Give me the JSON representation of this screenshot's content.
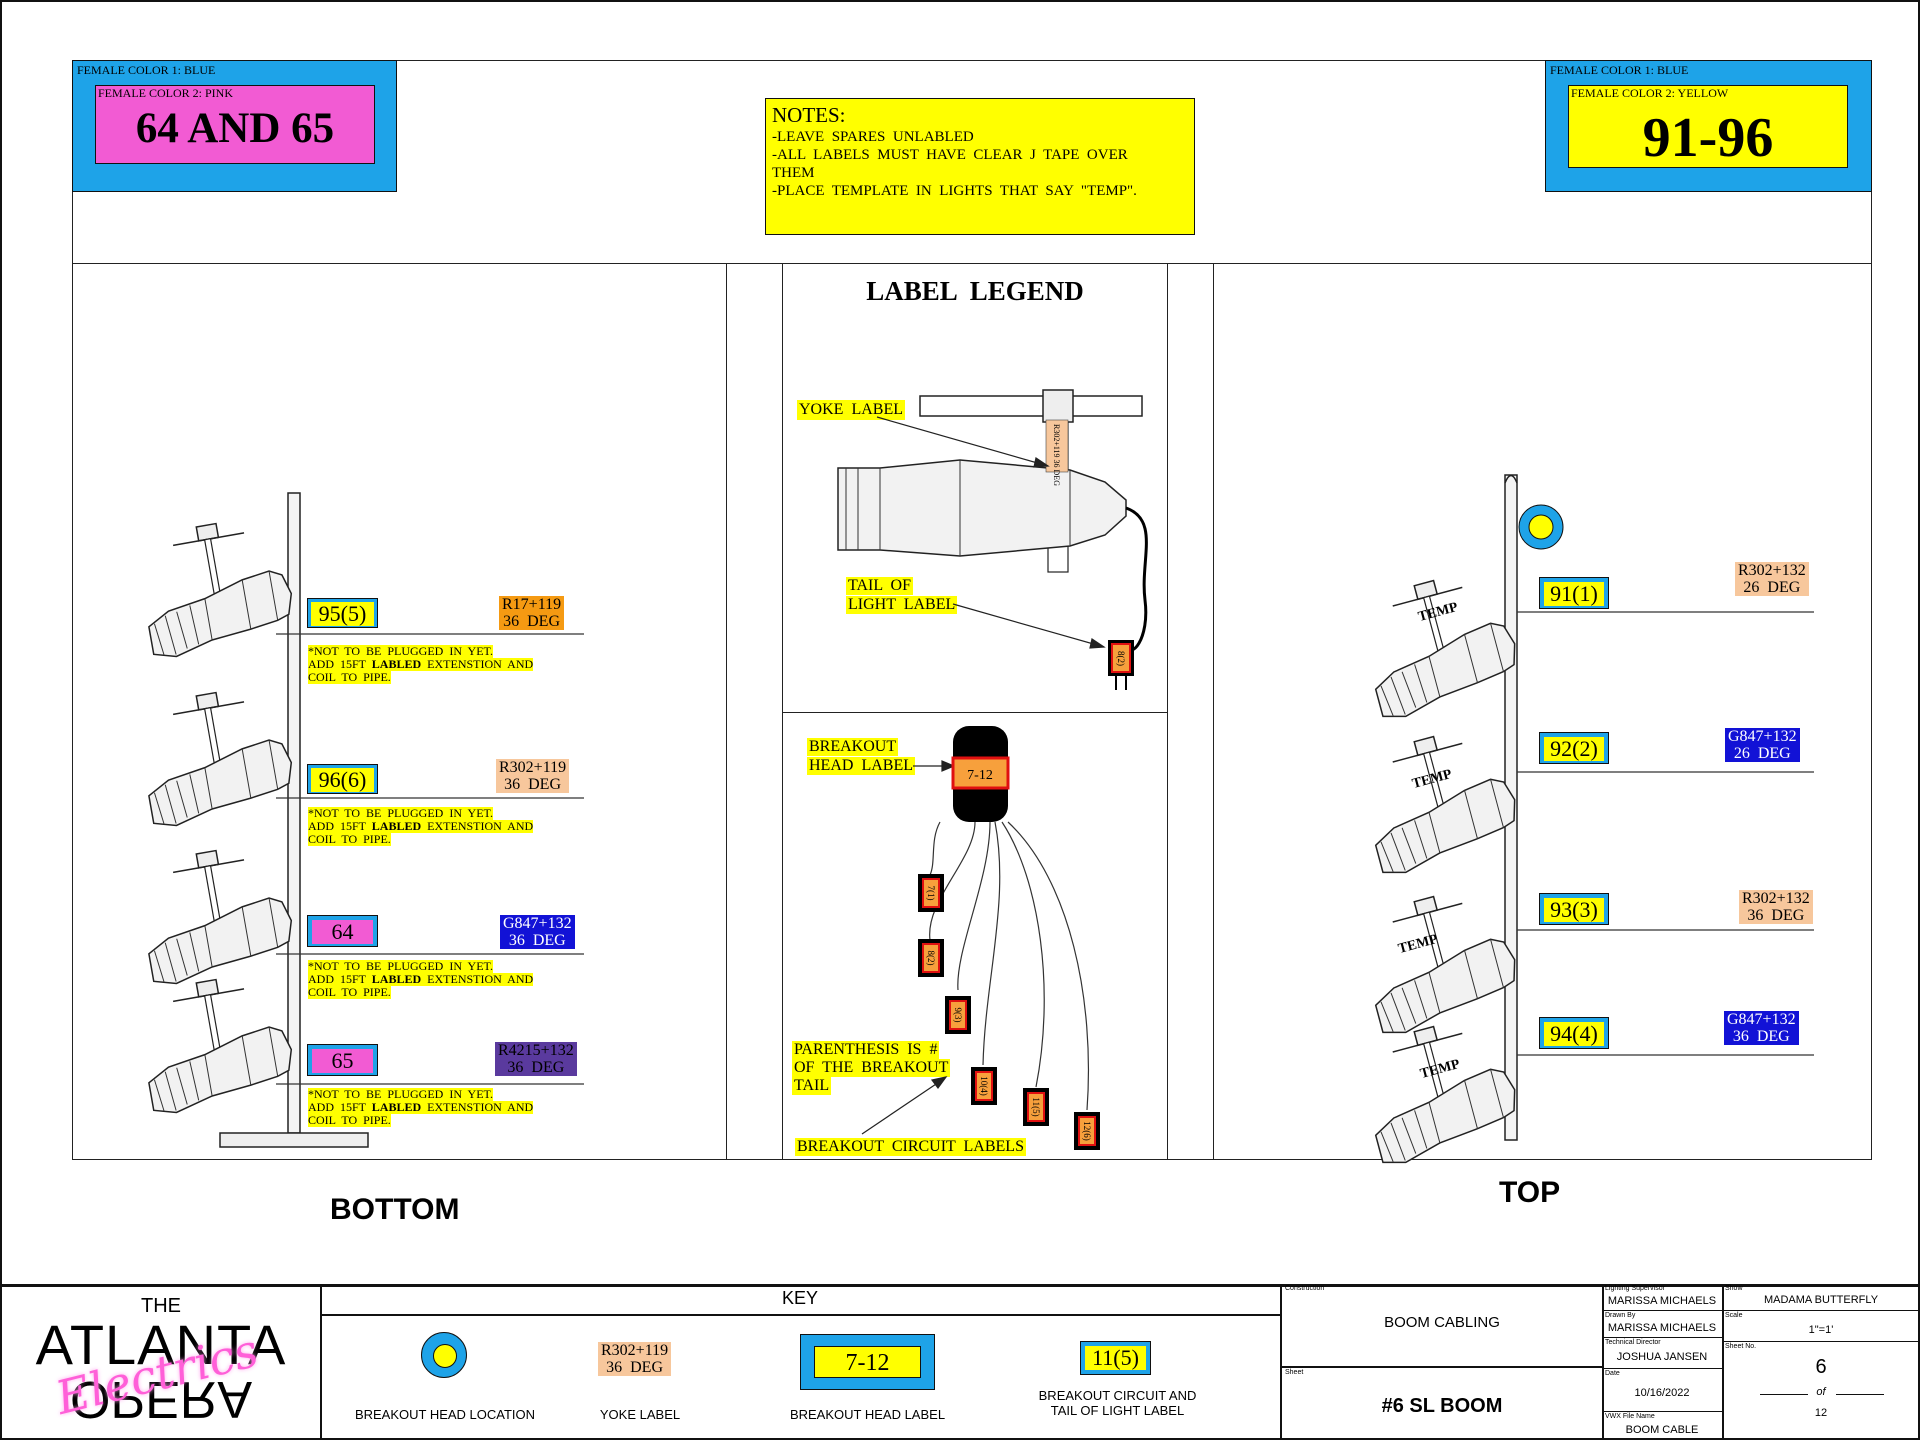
{
  "female_left": {
    "color1": "FEMALE  COLOR  1:  BLUE",
    "color2": "FEMALE  COLOR  2:  PINK",
    "circuits": "64  AND  65"
  },
  "female_right": {
    "color1": "FEMALE  COLOR  1:  BLUE",
    "color2": "FEMALE  COLOR  2:  YELLOW",
    "circuits": "91-96"
  },
  "notes": {
    "title": "NOTES:",
    "line1": "-LEAVE  SPARES  UNLABLED",
    "line2": "-ALL  LABELS  MUST  HAVE  CLEAR  J  TAPE  OVER",
    "line3": "THEM",
    "line4": "-PLACE  TEMPLATE  IN  LIGHTS  THAT  SAY  \"TEMP\"."
  },
  "legend": {
    "title": "LABEL  LEGEND",
    "yoke_label": "YOKE  LABEL",
    "tail_label_1": "TAIL  OF",
    "tail_label_2": "LIGHT  LABEL",
    "yoke_tag": "R302+119 36 DEG",
    "tail_tag": "8(2)",
    "breakout_label_1": "BREAKOUT",
    "breakout_label_2": "HEAD  LABEL",
    "breakout_head": "7-12",
    "paren_1": "PARENTHESIS  IS  #",
    "paren_2": "OF  THE  BREAKOUT",
    "paren_3": "TAIL",
    "circuit_labels": "BREAKOUT  CIRCUIT  LABELS",
    "tails": [
      "7(1)",
      "8(2)",
      "9(3)",
      "10(4)",
      "11(5)",
      "12(6)"
    ]
  },
  "bottom": {
    "title": "BOTTOM",
    "units": [
      {
        "circuit": "95(5)",
        "gel1": "R17+119",
        "gel2": "36  DEG"
      },
      {
        "circuit": "96(6)",
        "gel1": "R302+119",
        "gel2": "36  DEG"
      },
      {
        "circuit": "64",
        "gel1": "G847+132",
        "gel2": "36  DEG"
      },
      {
        "circuit": "65",
        "gel1": "R4215+132",
        "gel2": "36  DEG"
      }
    ],
    "note_l1": "*NOT  TO  BE  PLUGGED  IN  YET.",
    "note_l2a": "ADD  15FT  ",
    "note_l2b": "LABLED",
    "note_l2c": "  EXTENSTION  AND",
    "note_l3": "COIL  TO  PIPE."
  },
  "top": {
    "title": "TOP",
    "temp": "TEMP",
    "units": [
      {
        "circuit": "91(1)",
        "gel1": "R302+132",
        "gel2": "26  DEG"
      },
      {
        "circuit": "92(2)",
        "gel1": "G847+132",
        "gel2": "26  DEG"
      },
      {
        "circuit": "93(3)",
        "gel1": "R302+132",
        "gel2": "36  DEG"
      },
      {
        "circuit": "94(4)",
        "gel1": "G847+132",
        "gel2": "36  DEG"
      }
    ]
  },
  "logo": {
    "the": "THE",
    "atlanta": "ATLANTA",
    "opera": "OPERA",
    "script": "Electrics"
  },
  "key": {
    "title": "KEY",
    "breakout_loc": "BREAKOUT HEAD LOCATION",
    "yoke_text_1": "R302+119",
    "yoke_text_2": "36  DEG",
    "yoke": "YOKE LABEL",
    "head_text": "7-12",
    "head": "BREAKOUT HEAD LABEL",
    "circ_text": "11(5)",
    "circ_1": "BREAKOUT CIRCUIT AND",
    "circ_2": "TAIL OF LIGHT LABEL"
  },
  "titleblock": {
    "construction_lbl": "Construction",
    "construction": "BOOM CABLING",
    "sheet_lbl": "Sheet",
    "sheet": "#6 SL BOOM",
    "ls_lbl": "Lighting Supervisor",
    "ls": "MARISSA MICHAELS",
    "drawn_lbl": "Drawn By",
    "drawn": "MARISSA MICHAELS",
    "td_lbl": "Technical Director",
    "td": "JOSHUA JANSEN",
    "date_lbl": "Date",
    "date": "10/16/2022",
    "vwx_lbl": "VWX File Name",
    "vwx": "BOOM CABLE",
    "show_lbl": "Show",
    "show": "MADAMA BUTTERFLY",
    "scale_lbl": "Scale",
    "scale": "1\"=1'",
    "sheetno_lbl": "Sheet No.",
    "sheetno": "6",
    "of": "of",
    "total": "12"
  }
}
